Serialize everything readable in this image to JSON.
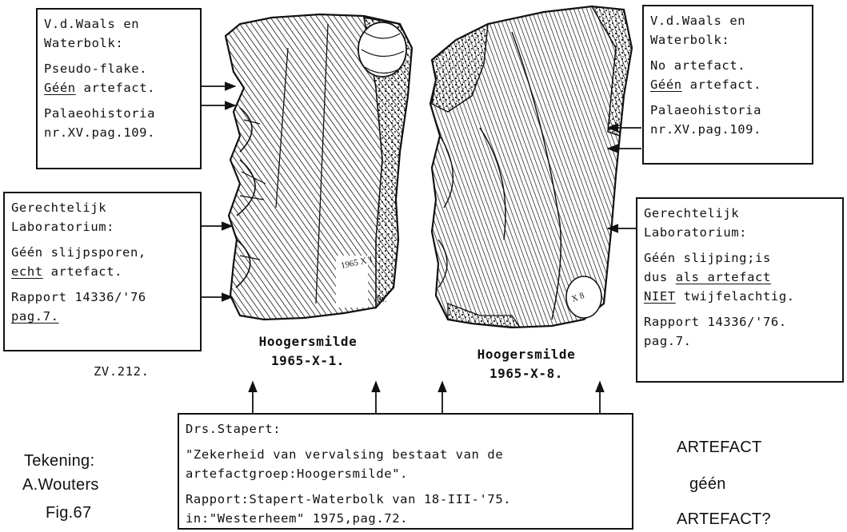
{
  "box_top_left": {
    "title_1": "V.d.Waals en",
    "title_2": "Waterbolk:",
    "line_1": "Pseudo-flake.",
    "line_2_u": "Géén",
    "line_2_rest": " artefact.",
    "ref_1": "Palaeohistoria",
    "ref_2": "nr.XV.pag.109."
  },
  "box_top_right": {
    "title_1": "V.d.Waals en",
    "title_2": "Waterbolk:",
    "line_1": "No artefact.",
    "line_2_u": "Géén",
    "line_2_rest": " artefact.",
    "ref_1": "Palaeohistoria",
    "ref_2": "nr.XV.pag.109."
  },
  "box_mid_left": {
    "title_1": "Gerechtelijk",
    "title_2": "Laboratorium:",
    "line_1": "Géén slijpsporen,",
    "line_2_u": "echt",
    "line_2_rest": " artefact.",
    "ref_1": "Rapport 14336/'76",
    "ref_2": "pag.7."
  },
  "box_mid_right": {
    "title_1": "Gerechtelijk",
    "title_2": "Laboratorium:",
    "line_1": "Géén slijping;is",
    "line_2_pre": "dus ",
    "line_2_u": "als artefact",
    "line_3_u": "NIET",
    "line_3_rest": " twijfelachtig.",
    "ref_1": "Rapport 14336/'76.",
    "ref_2": "pag.7."
  },
  "box_bottom": {
    "title": "Drs.Stapert:",
    "quote_1": "\"Zekerheid van vervalsing bestaat van de",
    "quote_2": "artefactgroep:Hoogersmilde\".",
    "ref_1": "Rapport:Stapert-Waterbolk van 18-III-'75.",
    "ref_2": "in:\"Westerheem\" 1975,pag.72."
  },
  "label_left_1": "Hoogersmilde",
  "label_left_2": "1965-X-1.",
  "label_right_1": "Hoogersmilde",
  "label_right_2": "1965-X-8.",
  "zv_label": "ZV.212.",
  "drawing_credit_1": "Tekening:",
  "drawing_credit_2": "A.Wouters",
  "figure_number": "Fig.67",
  "question_1": "ARTEFACT",
  "question_2": "géén",
  "question_3": "ARTEFACT?",
  "artefact_mark_left": "1965 X 1",
  "artefact_mark_right": "X 8",
  "artist_initials": "AW."
}
